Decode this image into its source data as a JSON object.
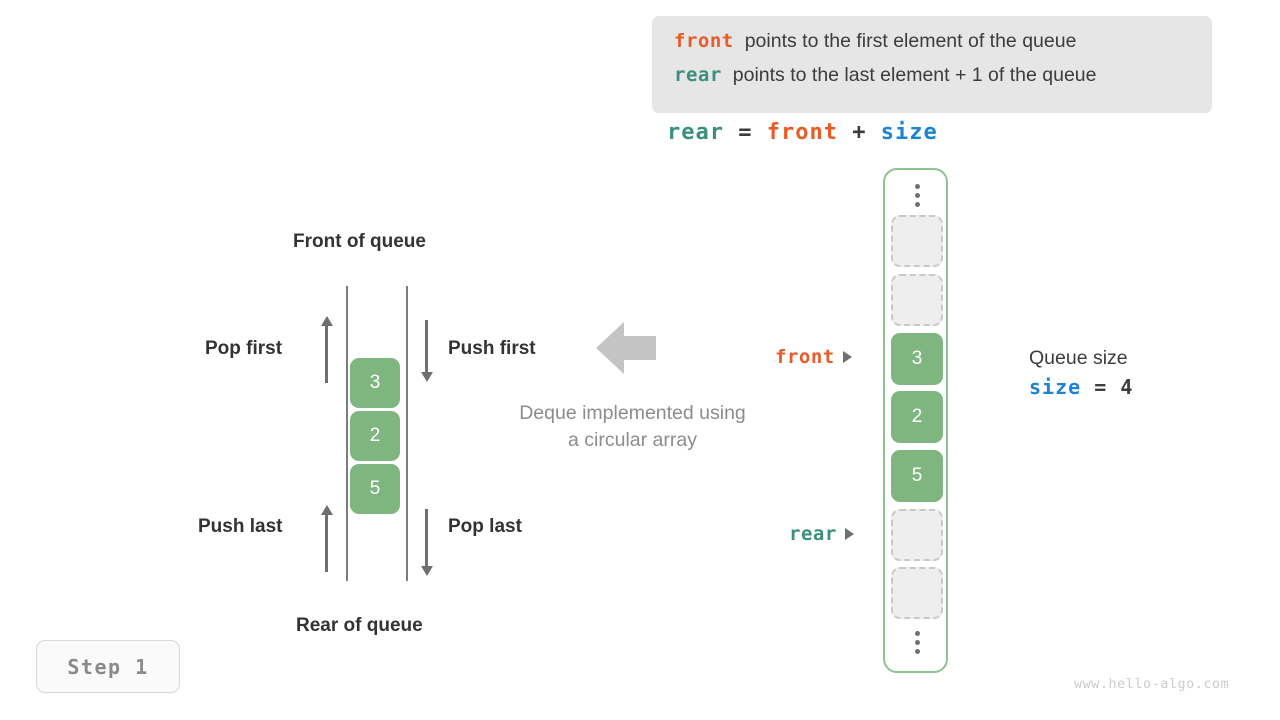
{
  "legend": {
    "lines": [
      {
        "keyword": "front",
        "keyword_color": "#ec5b25",
        "text": "points to the first element of the queue"
      },
      {
        "keyword": "rear",
        "keyword_color": "#3a8f7f",
        "text": "points to the last element + 1 of the queue"
      }
    ]
  },
  "formula": {
    "lhs": "rear",
    "eq": "=",
    "rhs1": "front",
    "plus": "+",
    "rhs2": "size"
  },
  "deque_diagram": {
    "top_label": "Front of queue",
    "bottom_label": "Rear of queue",
    "operations": {
      "pop_first": "Pop first",
      "push_first": "Push first",
      "push_last": "Push last",
      "pop_last": "Pop last"
    },
    "cells": [
      "3",
      "2",
      "5"
    ]
  },
  "caption": {
    "line1": "Deque implemented using",
    "line2": "a circular array"
  },
  "array_column": {
    "top_ellipsis": "⋮",
    "bottom_ellipsis": "⋮",
    "slots": [
      {
        "value": "",
        "state": "empty"
      },
      {
        "value": "",
        "state": "empty"
      },
      {
        "value": "3",
        "state": "filled"
      },
      {
        "value": "2",
        "state": "filled"
      },
      {
        "value": "5",
        "state": "filled"
      },
      {
        "value": "",
        "state": "empty"
      },
      {
        "value": "",
        "state": "empty"
      }
    ],
    "pointers": {
      "front": "front",
      "rear": "rear"
    }
  },
  "queue_size": {
    "title": "Queue size",
    "var": "size",
    "eq": "=",
    "value": "4"
  },
  "step_badge": {
    "label": "Step 1"
  },
  "watermark": {
    "text": "www.hello-algo.com"
  },
  "colors": {
    "front": "#ec5b25",
    "rear": "#3a8f7f",
    "size": "#1c84d4",
    "cell_fill": "#7fb680",
    "empty_cell": "#eeeeee",
    "column_border": "#8cc48f",
    "legend_bg": "#e6e6e6",
    "caption_text": "#8c8c8c"
  }
}
